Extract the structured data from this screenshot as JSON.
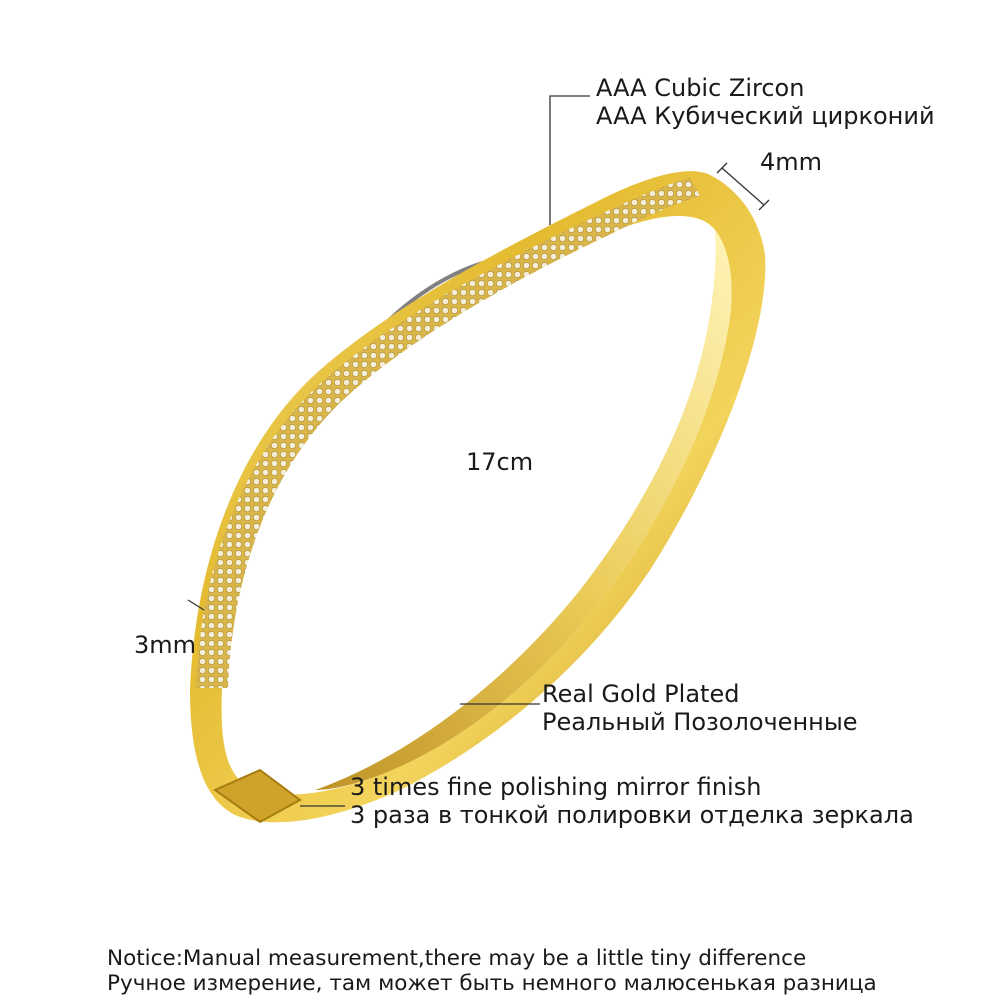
{
  "annotations": {
    "zircon": {
      "en": "AAA Cubic Zircon",
      "ru": "AAA Кубический цирконий"
    },
    "width_top": "4mm",
    "diameter": "17cm",
    "width_side": "3mm",
    "plating": {
      "en": "Real Gold Plated",
      "ru": "Реальный Позолоченные"
    },
    "polish": {
      "en": "3 times fine polishing mirror finish",
      "ru": "3 раза в тонкой полировки отделка зеркала"
    }
  },
  "notice": {
    "en": "Notice:Manual measurement,there may be a little tiny difference",
    "ru": "Ручное измерение, там может быть немного малюсенькая разница"
  },
  "colors": {
    "gold_light": "#f6e27a",
    "gold_mid": "#e0b52a",
    "gold_dark": "#b88612",
    "stone": "#efe6c8",
    "shadow_ring": "#555555"
  }
}
